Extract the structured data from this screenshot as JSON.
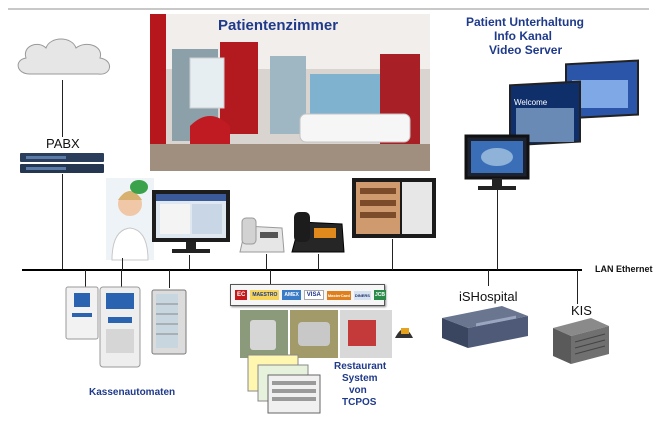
{
  "diagram": {
    "patient_room_title": "Patientenzimmer",
    "entertainment": {
      "line1": "Patient Unterhaltung",
      "line2": "Info Kanal",
      "line3": "Video Server"
    },
    "pabx_label": "PABX",
    "lan_label": "LAN Ethernet",
    "ishospital_label": "iSHospital",
    "kis_label": "KIS",
    "kassenautomaten_label": "Kassenautomaten",
    "restaurant": {
      "line1": "Restaurant",
      "line2": "System",
      "line3": "von",
      "line4": "TCPOS"
    },
    "welcome_screen_text": "Welcome",
    "card_logos": [
      "EC",
      "MAESTRO",
      "AMEX",
      "VISA",
      "MasterCard",
      "DINERS",
      "JCB"
    ],
    "colors": {
      "title_blue": "#1f3a8a",
      "line": "#222222",
      "cloud": "#e6e6e6"
    }
  }
}
